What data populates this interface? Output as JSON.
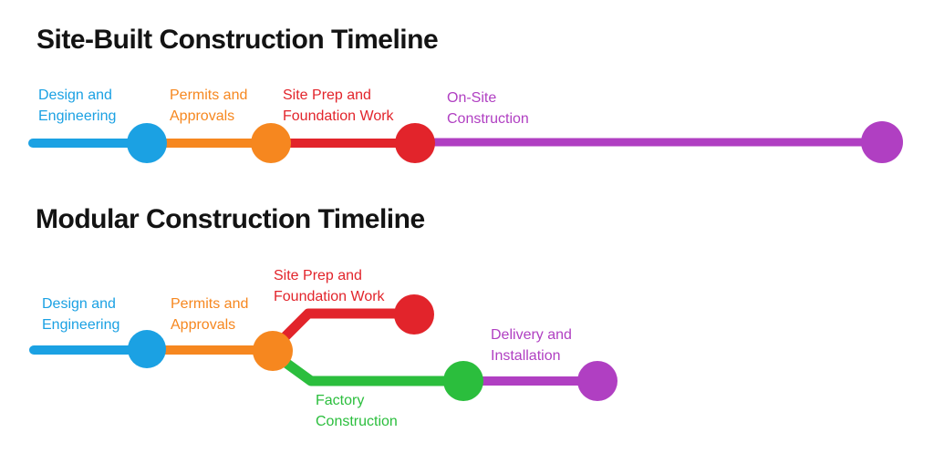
{
  "page": {
    "background_color": "#ffffff",
    "title_color": "#131313"
  },
  "timelines": [
    {
      "title": "Site-Built Construction Timeline",
      "phases": [
        {
          "name": "design-engineering",
          "label": "Design and\nEngineering",
          "color": "#1BA1E3"
        },
        {
          "name": "permits-approvals",
          "label": "Permits and\nApprovals",
          "color": "#F6871F"
        },
        {
          "name": "site-prep-foundation",
          "label": "Site Prep and\nFoundation Work",
          "color": "#E2242B"
        },
        {
          "name": "on-site-construction",
          "label": "On-Site\nConstruction",
          "color": "#B03FC2"
        }
      ]
    },
    {
      "title": "Modular Construction Timeline",
      "phases": [
        {
          "name": "design-engineering",
          "label": "Design and\nEngineering",
          "color": "#1BA1E3"
        },
        {
          "name": "permits-approvals",
          "label": "Permits and\nApprovals",
          "color": "#F6871F"
        },
        {
          "name": "site-prep-foundation",
          "label": "Site Prep and\nFoundation Work",
          "color": "#E2242B"
        },
        {
          "name": "factory-construction",
          "label": "Factory\nConstruction",
          "color": "#2BBE3D"
        },
        {
          "name": "delivery-installation",
          "label": "Delivery and\nInstallation",
          "color": "#B03FC2"
        }
      ]
    }
  ]
}
